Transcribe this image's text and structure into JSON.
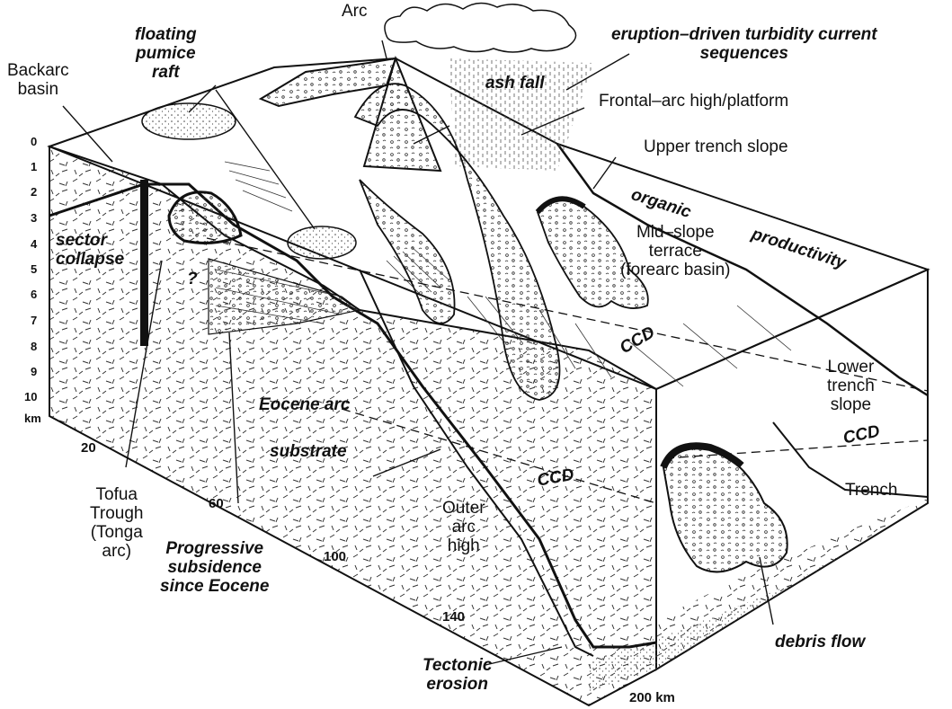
{
  "labels": {
    "backarc_basin": [
      "Backarc",
      "basin"
    ],
    "floating_pumice_raft": [
      "floating",
      "pumice",
      "raft"
    ],
    "arc": "Arc",
    "eruption_driven": [
      "eruption–driven turbidity current",
      "sequences"
    ],
    "ash_fall": "ash fall",
    "frontal_arc_high": "Frontal–arc high/platform",
    "upper_trench_slope": "Upper trench slope",
    "organic": "organic",
    "productivity": "productivity",
    "mid_slope_terrace": [
      "Mid–slope",
      "terrace",
      "(forearc basin)"
    ],
    "sector_collapse": [
      "sector",
      "collapse"
    ],
    "question": "?",
    "ccd_1": "CCD",
    "ccd_2": "CCD",
    "ccd_3": "CCD",
    "lower_trench_slope": [
      "Lower",
      "trench",
      "slope"
    ],
    "eocene_arc": "Eocene arc",
    "substrate": "substrate",
    "trench": "Trench",
    "outer_arc_high": [
      "Outer",
      "arc",
      "high"
    ],
    "tofua_trough": [
      "Tofua",
      "Trough",
      "(Tonga",
      "arc)"
    ],
    "progressive_subsidence": [
      "Progressive",
      "subsidence",
      "since Eocene"
    ],
    "debris_flow": "debris flow",
    "tectonic_erosion": [
      "Tectonic",
      "erosion"
    ]
  },
  "depth_axis": {
    "ticks": [
      "0",
      "1",
      "2",
      "3",
      "4",
      "5",
      "6",
      "7",
      "8",
      "9",
      "10"
    ],
    "unit": "km"
  },
  "distance_axis": {
    "ticks": [
      "20",
      "60",
      "100",
      "140"
    ],
    "end_label": "200 km"
  }
}
